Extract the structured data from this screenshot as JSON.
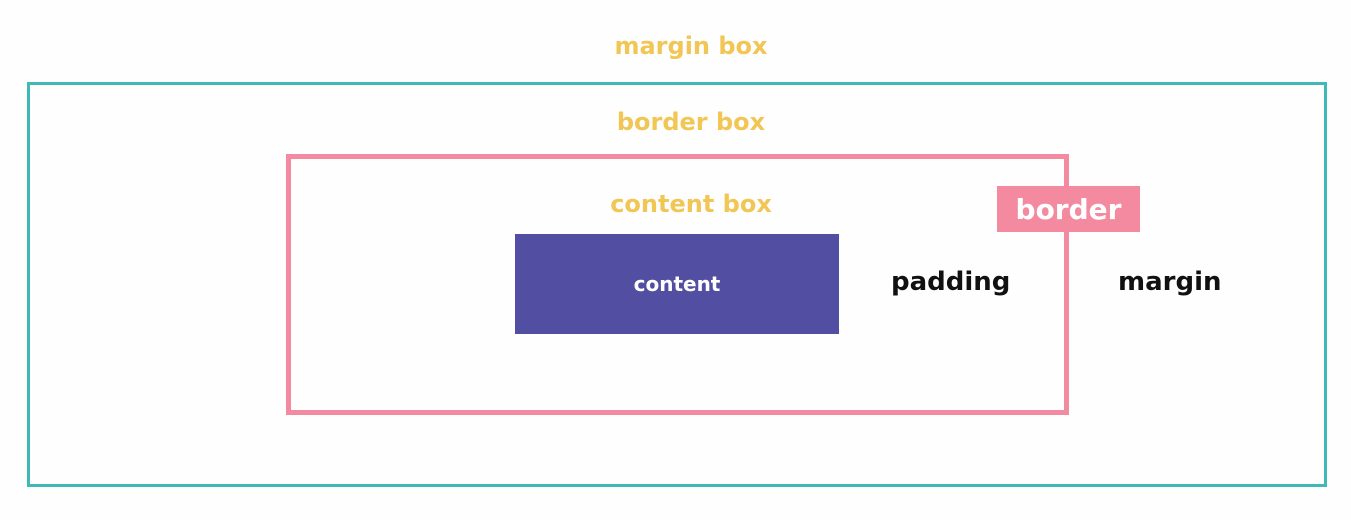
{
  "labels": {
    "margin_box": "margin box",
    "border_box": "border box",
    "content_box": "content box",
    "content": "content",
    "padding": "padding",
    "border": "border",
    "margin": "margin"
  },
  "colors": {
    "label_yellow": "#f2c655",
    "margin_outline": "#3fb8b8",
    "border_pink": "#f48aa0",
    "content_purple": "#524ea1",
    "text_dark": "#111111",
    "background": "#fefefe"
  }
}
